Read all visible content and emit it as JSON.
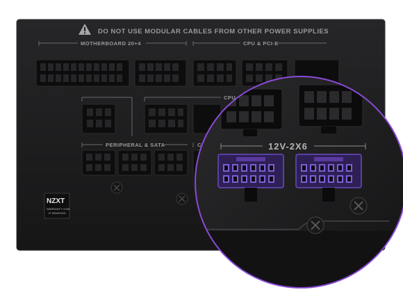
{
  "panel": {
    "warning_text": "DO NOT USE MODULAR CABLES FROM OTHER POWER SUPPLIES",
    "sections": {
      "motherboard": "MOTHERBOARD 20+4",
      "cpu_pcie": "CPU & PCI-E",
      "cpu_partial": "CPU",
      "peripheral": "PERIPHERAL & SATA",
      "ce_partial": "CE"
    },
    "brand": {
      "logo": "NZXT",
      "warranty_line1": "WARRANTY VOID",
      "warranty_line2": "IF REMOVED"
    }
  },
  "magnifier": {
    "label": "12V-2X6",
    "ring_color": "#8a4bd6",
    "connector_color": "#5a3a9e"
  },
  "colors": {
    "panel": "#1c1c1e",
    "socket": "#0b0b0c",
    "label_gray": "#9a9a9a"
  }
}
